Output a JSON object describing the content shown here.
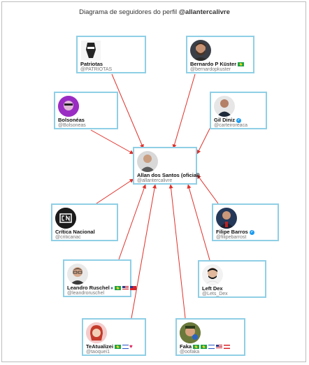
{
  "title": {
    "prefix": "Diagrama de seguidores do perfil ",
    "handle": "@allantercalivre"
  },
  "center": {
    "name": "Allan dos Santos (oficial)",
    "handle": "@allantercalivre"
  },
  "followers": [
    {
      "id": "patriotas",
      "name": "Patriotas",
      "handle": "@PATRIOTAS"
    },
    {
      "id": "bernardo",
      "name": "Bernardo P Küster",
      "handle": "@bernardopkuster"
    },
    {
      "id": "bolsoneas",
      "name": "Bolsonéas",
      "handle": "@Bolsoneas"
    },
    {
      "id": "gildiniz",
      "name": "Gil Diniz",
      "handle": "@carteiroreaca"
    },
    {
      "id": "critica",
      "name": "Crítica Nacional",
      "handle": "@criticanac"
    },
    {
      "id": "filipe",
      "name": "Filipe Barros",
      "handle": "@filipebarrost"
    },
    {
      "id": "leandro",
      "name": "Leandro Ruschel",
      "handle": "@leandroruschel"
    },
    {
      "id": "leftdex",
      "name": "Left Dex",
      "handle": "@Lets_Dex"
    },
    {
      "id": "teatualizei",
      "name": "TeAtualizei",
      "handle": "@taoquei1"
    },
    {
      "id": "faka",
      "name": "Faka",
      "handle": "@oofaka"
    }
  ],
  "badges": {
    "verified": "✓",
    "heart": "♥"
  },
  "colors": {
    "edge": "#e0302a",
    "card_border": "#8fcfe6"
  }
}
